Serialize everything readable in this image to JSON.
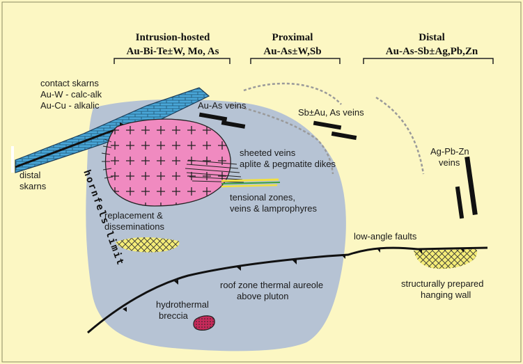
{
  "headers": {
    "intrusion_hosted": {
      "title": "Intrusion-hosted",
      "metals": "Au-Bi-Te±W, Mo, As"
    },
    "proximal": {
      "title": "Proximal",
      "metals": "Au-As±W,Sb"
    },
    "distal": {
      "title": "Distal",
      "metals": "Au-As-Sb±Ag,Pb,Zn"
    }
  },
  "labels": {
    "contact_skarns": [
      "contact skarns",
      "Au-W - calc-alk",
      "Au-Cu - alkalic"
    ],
    "distal_skarns": [
      "distal",
      "skarns"
    ],
    "au_as_veins": "Au-As veins",
    "sb_veins": "Sb±Au, As  veins",
    "ag_pb_zn_veins": [
      "Ag-Pb-Zn",
      "veins"
    ],
    "sheeted_veins": [
      "sheeted veins",
      "aplite & pegmatite dikes"
    ],
    "tensional_zones": [
      "tensional zones,",
      "veins & lamprophyres"
    ],
    "replacement": [
      "replacement &",
      "disseminations"
    ],
    "low_angle_faults": "low-angle faults",
    "roof_zone": [
      "roof zone thermal aureole",
      "above pluton"
    ],
    "structurally_prepared": [
      "structurally prepared",
      "hanging wall"
    ],
    "hydrothermal_breccia": [
      "hydrothermal",
      "breccia"
    ],
    "hornfels_limit": "hornfels limit"
  },
  "colors": {
    "background": "#fcf7c3",
    "aureole": "#b6c3d4",
    "pluton": "#f08ac0",
    "skarn": "#49a6d8",
    "ore_hatch": "#f5ed78",
    "breccia": "#c62a5a",
    "dike_yellow": "#f2e040",
    "dike_green": "#3aa043"
  }
}
